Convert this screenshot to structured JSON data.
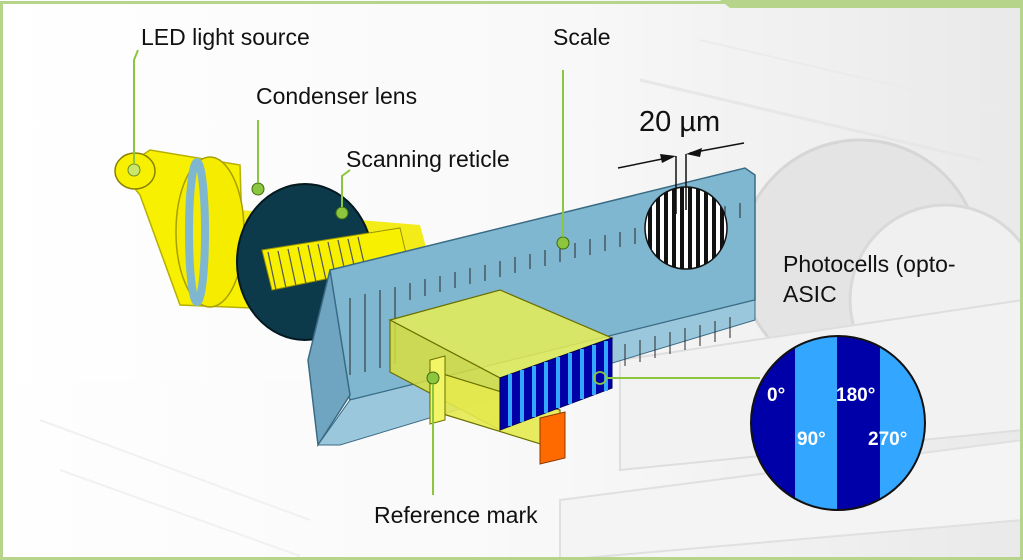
{
  "labels": {
    "led": "LED light source",
    "condenser": "Condenser lens",
    "reticle": "Scanning reticle",
    "scale": "Scale",
    "pitch": "20 µm",
    "photocells": "Photocells (opto-ASIC",
    "reference": "Reference mark"
  },
  "photocell_phases": [
    "0°",
    "90°",
    "180°",
    "270°"
  ],
  "colors": {
    "leader": "#8cc63f",
    "yellow": "#f7f000",
    "scale_blue": "#7fb6d0",
    "cell_dark": "#0000a8",
    "cell_light": "#33a6ff",
    "lens_body": "#0c3a4a",
    "reference_orange": "#ff6a00"
  }
}
